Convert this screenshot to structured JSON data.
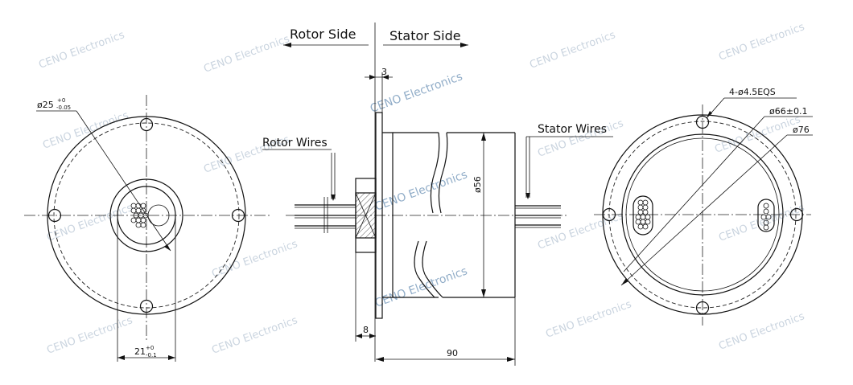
{
  "labels": {
    "rotor_side": "Rotor Side",
    "stator_side": "Stator Side",
    "rotor_wires": "Rotor Wires",
    "stator_wires": "Stator Wires"
  },
  "dimensions": {
    "bore_prefix": "ø25",
    "bore_tol_upper": "+0",
    "bore_tol_lower": "-0.05",
    "flange_thickness": "3",
    "body_diameter": "ø56",
    "mount_holes": "4-ø4.5EQS",
    "bolt_circle": "ø66±0.1",
    "outer_diameter": "ø76",
    "shaft_width_prefix": "21",
    "shaft_width_tol_upper": "+0",
    "shaft_width_tol_lower": "-0.1",
    "rotor_length": "8",
    "total_length": "90"
  },
  "watermark": "CENO Electronics",
  "colors": {
    "line": "#111111",
    "watermark": "#9fb2c6"
  }
}
